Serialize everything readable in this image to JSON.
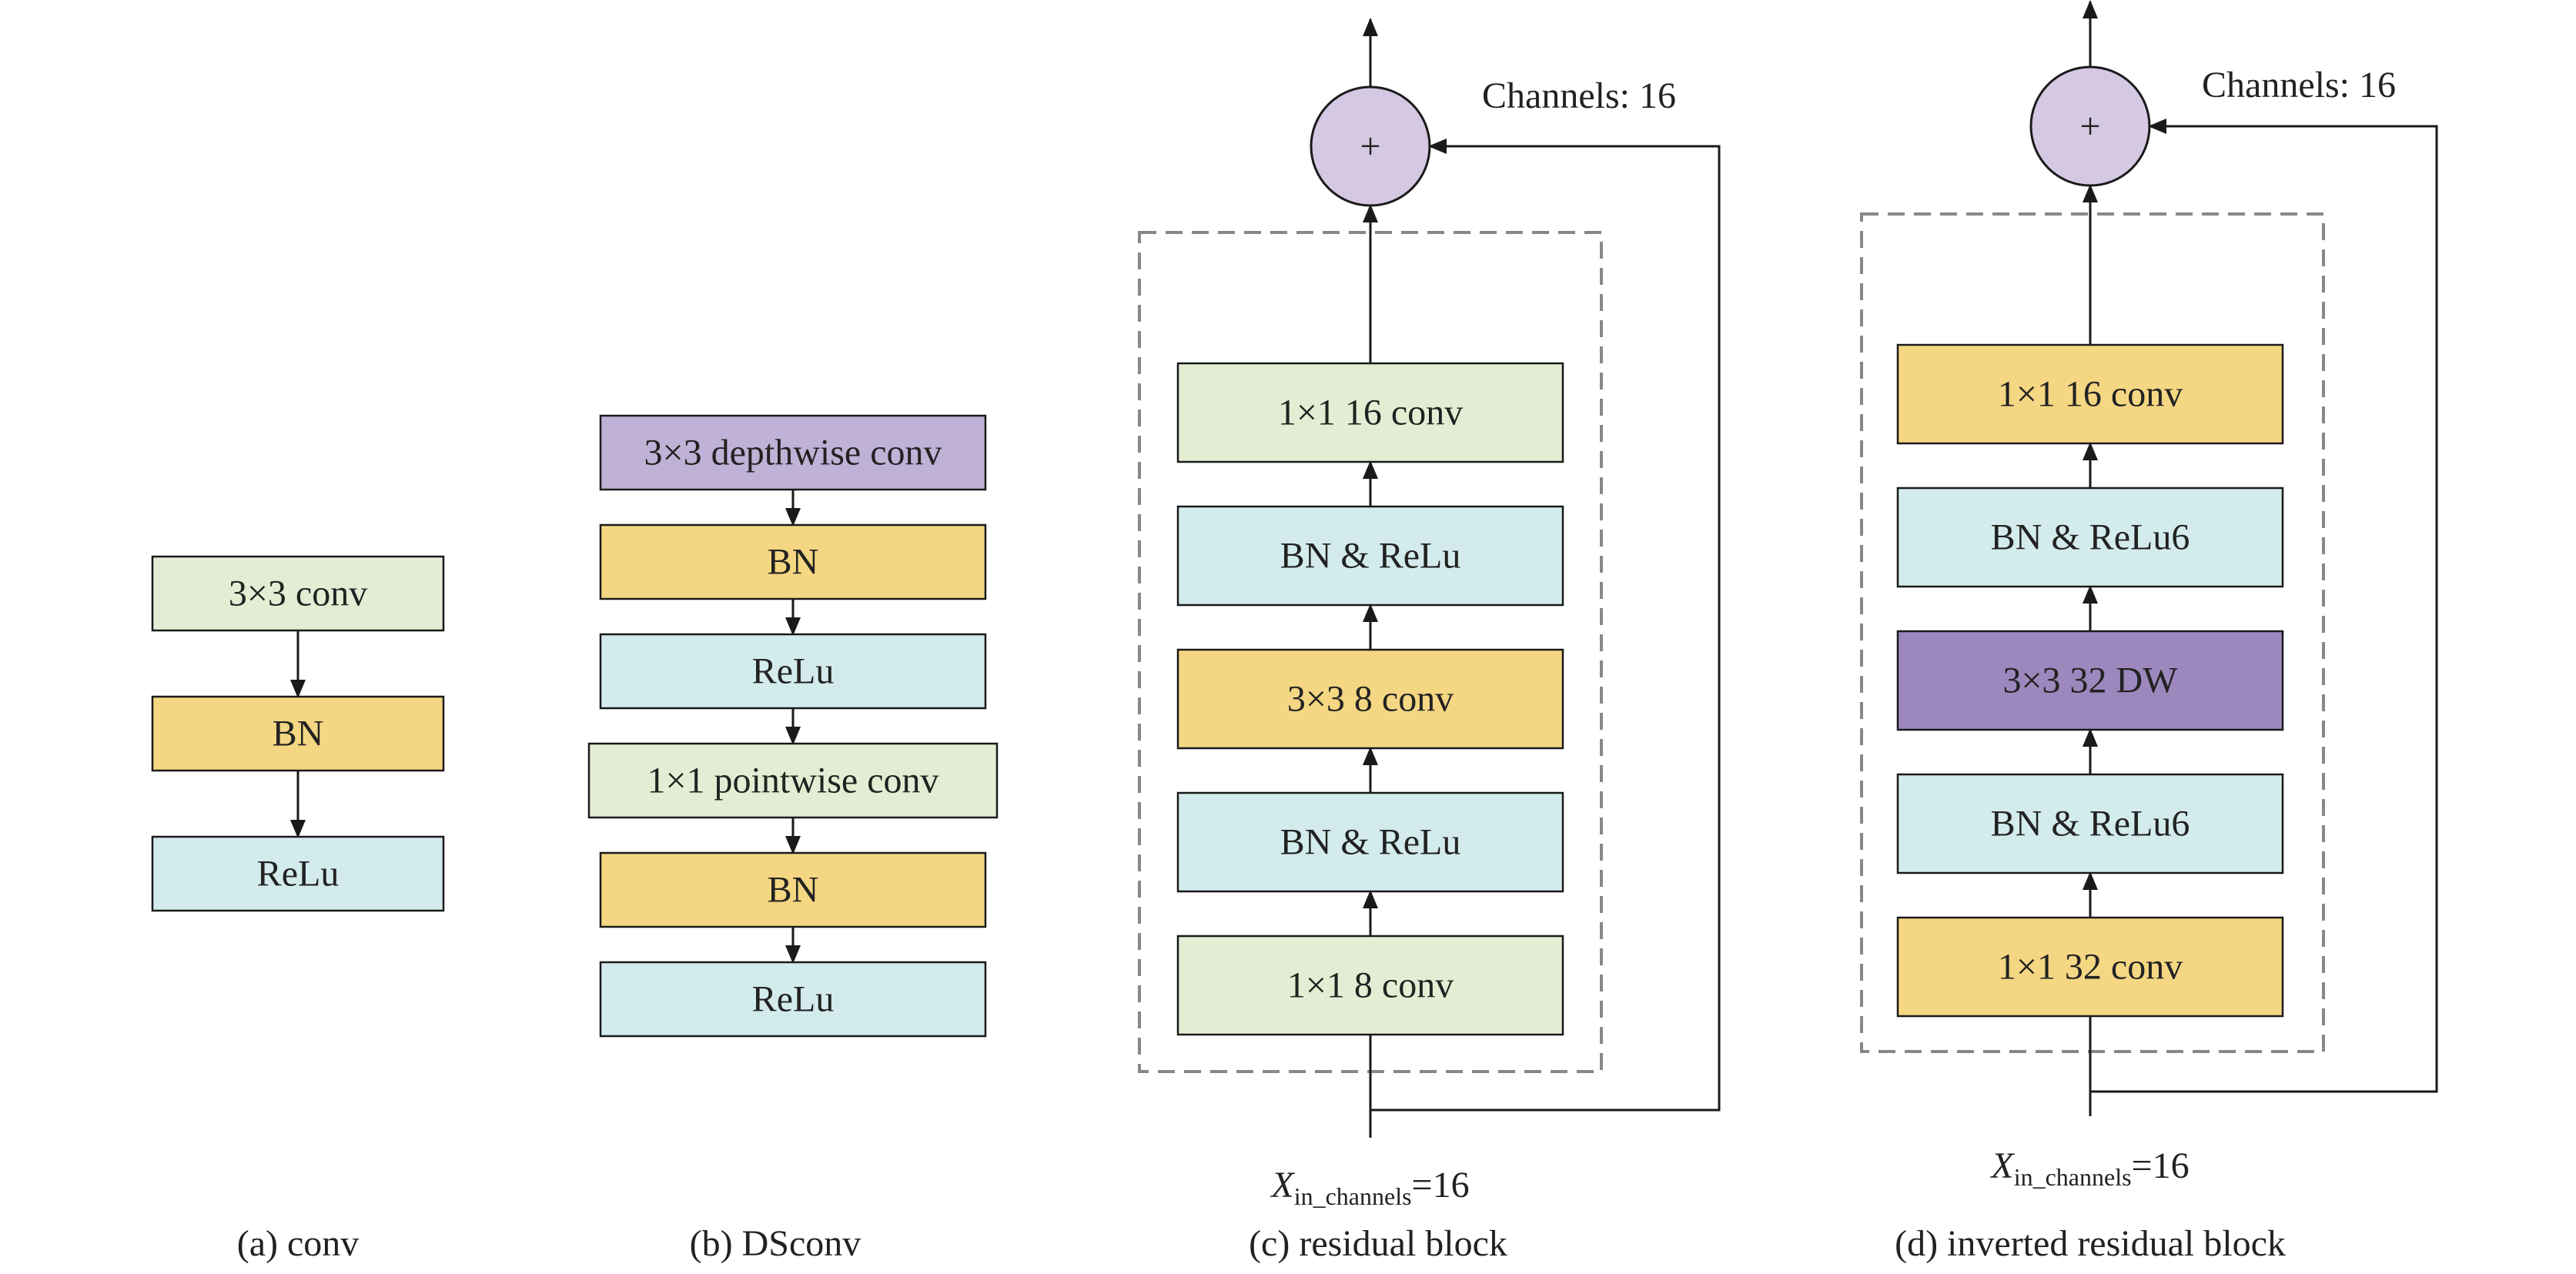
{
  "colors": {
    "light_green": "#E3EDD3",
    "yellow": "#F4D683",
    "light_blue": "#D3EBEC",
    "light_purple": "#C0B2D6",
    "purple": "#9C88BD",
    "sum_node": "#D5C8E2",
    "stroke": "#1a1a1a",
    "dashed": "#888888"
  },
  "icons": {
    "sum": "plus-sign"
  },
  "panels": [
    {
      "id": "a",
      "caption": "(a) conv",
      "blocks": [
        {
          "label": "3×3 conv",
          "color": "light_green"
        },
        {
          "label": "BN",
          "color": "yellow"
        },
        {
          "label": "ReLu",
          "color": "light_blue"
        }
      ]
    },
    {
      "id": "b",
      "caption": "(b) DSconv",
      "blocks": [
        {
          "label": "3×3 depthwise conv",
          "color": "light_purple"
        },
        {
          "label": "BN",
          "color": "yellow"
        },
        {
          "label": "ReLu",
          "color": "light_blue"
        },
        {
          "label": "1×1 pointwise conv",
          "color": "light_green"
        },
        {
          "label": "BN",
          "color": "yellow"
        },
        {
          "label": "ReLu",
          "color": "light_blue"
        }
      ]
    },
    {
      "id": "c",
      "caption": "(c) residual block",
      "channels_label": "Channels: 16",
      "sum_symbol": "+",
      "input_label": {
        "main": "X",
        "sub": "in_channels",
        "rest": "=16"
      },
      "blocks": [
        {
          "label": "1×1 16 conv",
          "color": "light_green"
        },
        {
          "label": "BN & ReLu",
          "color": "light_blue"
        },
        {
          "label": "3×3 8 conv",
          "color": "yellow"
        },
        {
          "label": "BN & ReLu",
          "color": "light_blue"
        },
        {
          "label": "1×1 8 conv",
          "color": "light_green"
        }
      ]
    },
    {
      "id": "d",
      "caption": "(d) inverted residual block",
      "channels_label": "Channels: 16",
      "sum_symbol": "+",
      "input_label": {
        "main": "X",
        "sub": "in_channels",
        "rest": "=16"
      },
      "blocks": [
        {
          "label": "1×1 16 conv",
          "color": "yellow"
        },
        {
          "label": "BN & ReLu6",
          "color": "light_blue"
        },
        {
          "label": "3×3 32 DW",
          "color": "purple"
        },
        {
          "label": "BN & ReLu6",
          "color": "light_blue"
        },
        {
          "label": "1×1 32 conv",
          "color": "yellow"
        }
      ]
    }
  ]
}
